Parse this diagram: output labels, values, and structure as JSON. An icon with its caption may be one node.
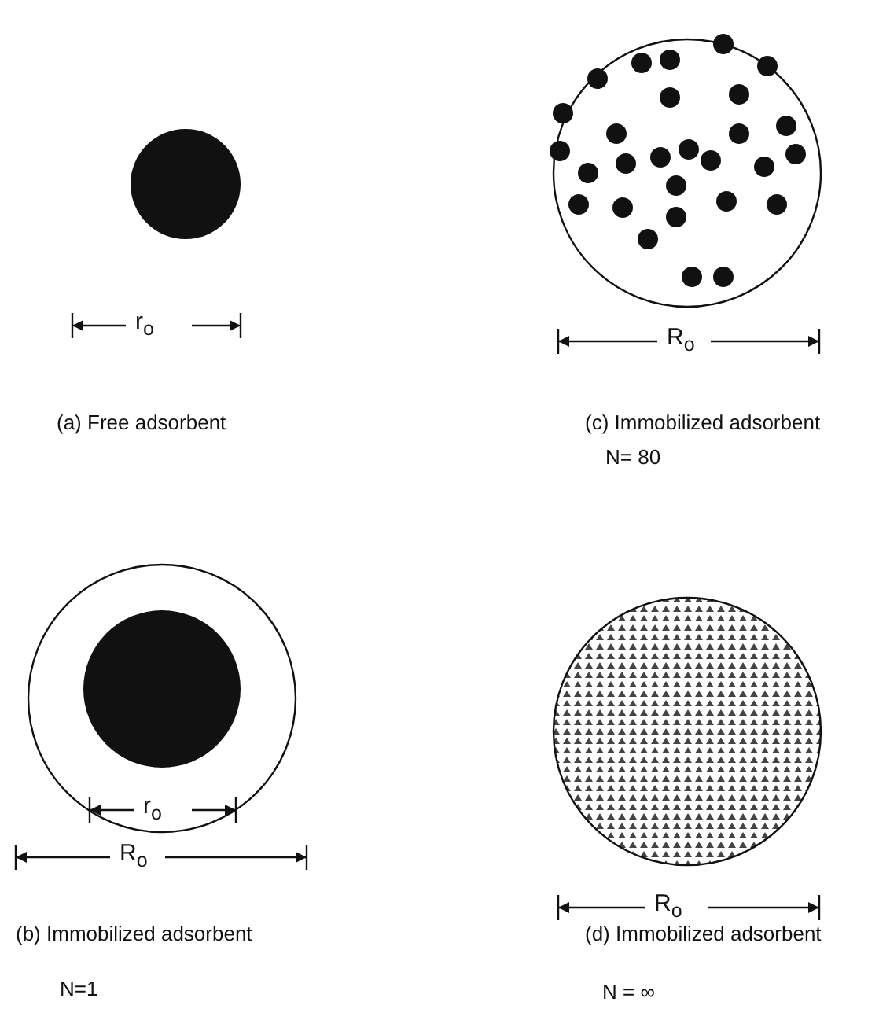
{
  "diagram": {
    "labels": [
      "r$_{o}$",
      "R$_{o}$",
      "(a) Free adsorbent",
      "(c) Immobilized adsorbent",
      "N= 80",
      "r$_{o}$",
      "R$_{o}$",
      "R$_{o}$",
      "(b) Immobilized adsorbent",
      "N=1",
      "(d) Immobilized adsorbent",
      "N = ∞"
    ]
  }
}
